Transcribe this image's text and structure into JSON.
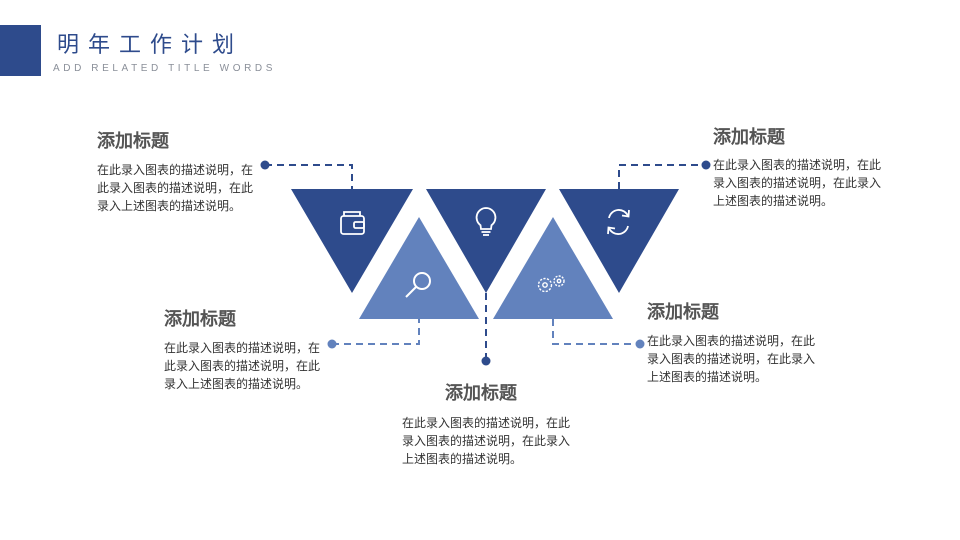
{
  "header": {
    "title": "明年工作计划",
    "subtitle": "ADD RELATED TITLE WORDS"
  },
  "colors": {
    "dark_blue": "#2e4b8c",
    "light_blue": "#6282bd",
    "heading_gray": "#555555",
    "body_text": "#333333",
    "subtitle_gray": "#8a8f99"
  },
  "items": [
    {
      "icon": "wallet-icon",
      "heading": "添加标题",
      "text": "在此录入图表的描述说明，在此录入图表的描述说明，在此录入上述图表的描述说明。"
    },
    {
      "icon": "magnifier-icon",
      "heading": "添加标题",
      "text": "在此录入图表的描述说明，在此录入图表的描述说明，在此录入上述图表的描述说明。"
    },
    {
      "icon": "lightbulb-icon",
      "heading": "添加标题",
      "text": "在此录入图表的描述说明，在此录入图表的描述说明，在此录入上述图表的描述说明。"
    },
    {
      "icon": "gears-icon",
      "heading": "添加标题",
      "text": "在此录入图表的描述说明，在此录入图表的描述说明，在此录入上述图表的描述说明。"
    },
    {
      "icon": "refresh-icon",
      "heading": "添加标题",
      "text": "在此录入图表的描述说明，在此录入图表的描述说明，在此录入上述图表的描述说明。"
    }
  ]
}
